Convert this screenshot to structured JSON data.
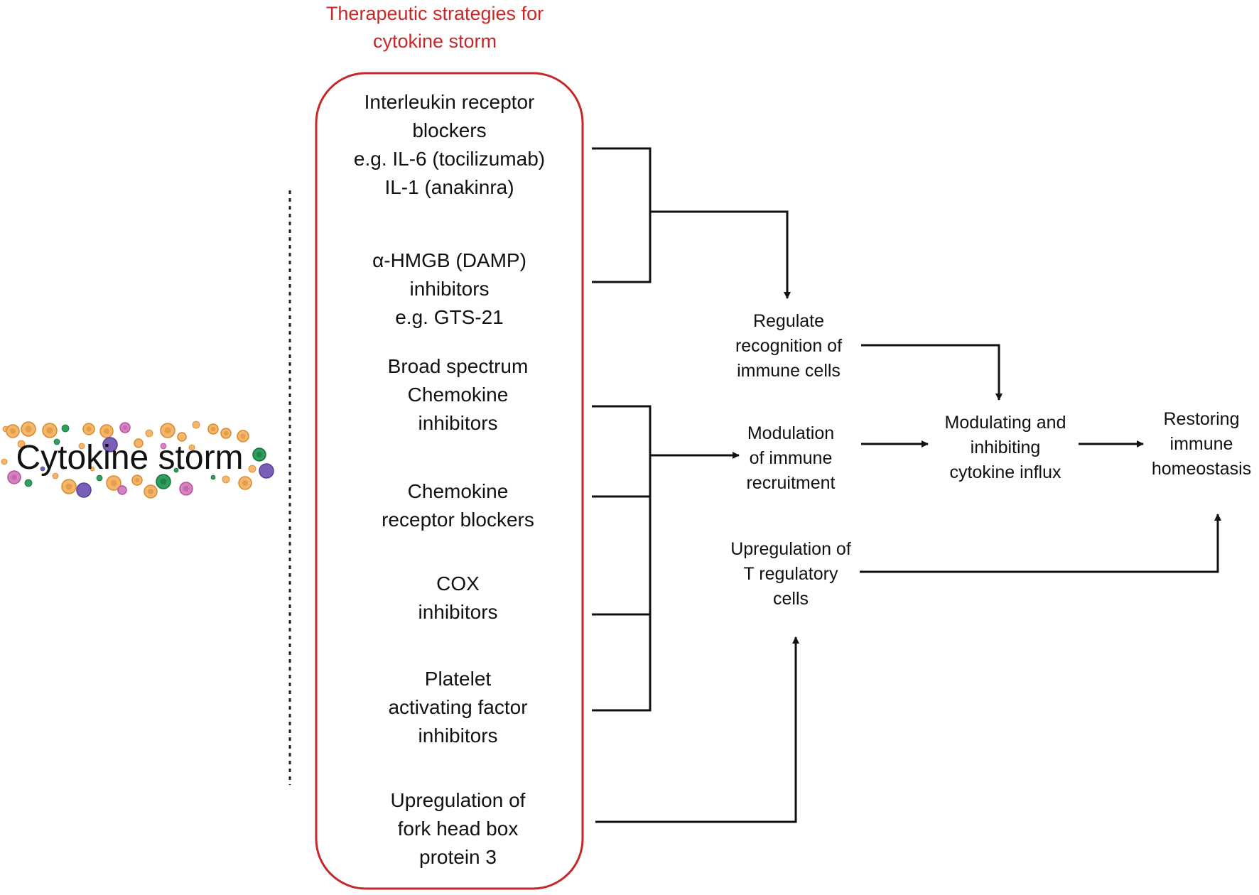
{
  "title": "Therapeutic strategies for\ncytokine storm",
  "cytokine_storm_label": "Cytokine storm",
  "strategies": {
    "interleukin": "Interleukin receptor\nblockers\ne.g. IL-6 (tocilizumab)\nIL-1 (anakinra)",
    "hmgb": "α-HMGB (DAMP)\ninhibitors\ne.g. GTS-21",
    "chemokine_inhibitors": "Broad spectrum\nChemokine\ninhibitors",
    "chemokine_receptor": "Chemokine\nreceptor blockers",
    "cox": "COX\ninhibitors",
    "platelet": "Platelet\nactivating factor\ninhibitors",
    "foxp3": "Upregulation of\nfork head box\nprotein 3"
  },
  "effects": {
    "recognition": "Regulate\nrecognition of\nimmune cells",
    "recruitment": "Modulation\nof immune\nrecruitment",
    "treg": "Upregulation of\nT regulatory\ncells",
    "cytokine_influx": "Modulating and\ninhibiting\ncytokine influx",
    "homeostasis": "Restoring\nimmune\nhomeostasis"
  },
  "colors": {
    "box_border": "#c62828",
    "title": "#c62828",
    "lines": "#111111",
    "cell_orange": "#f3b66c",
    "cell_green": "#2e9e5b",
    "cell_purple": "#7a5fb8",
    "cell_pink": "#d980c2"
  }
}
